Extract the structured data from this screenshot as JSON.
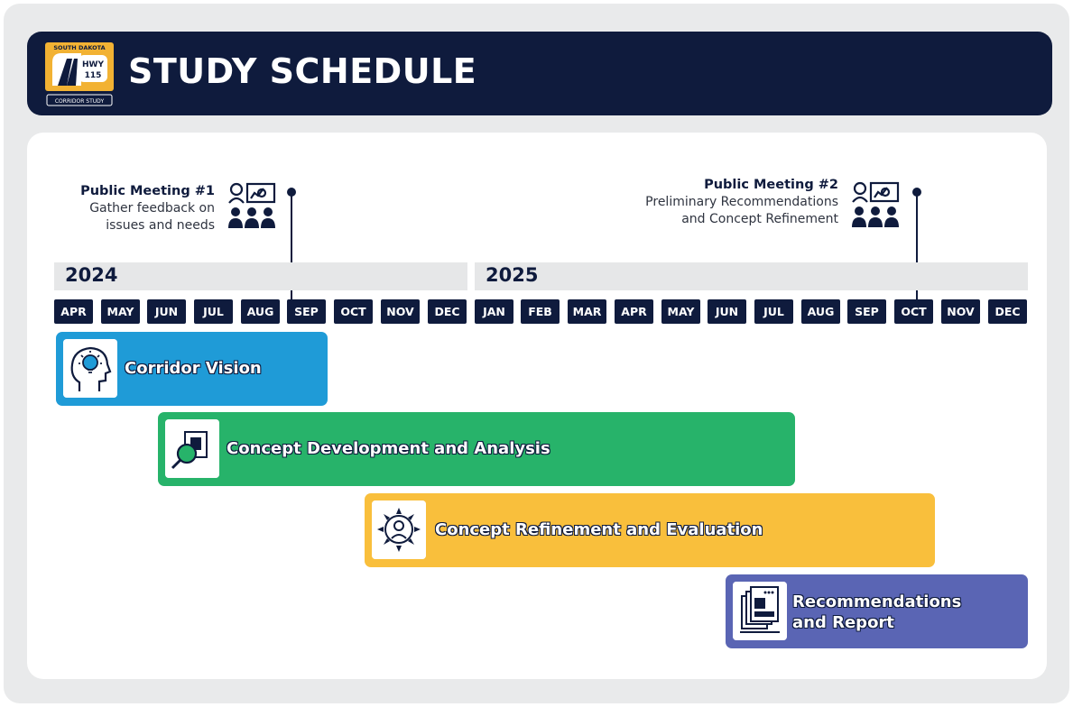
{
  "header": {
    "title": "STUDY SCHEDULE",
    "logo": {
      "top_text": "SOUTH DAKOTA",
      "shield_line1": "HWY",
      "shield_line2": "115",
      "bottom_text": "CORRIDOR STUDY",
      "icon": "highway-shield-icon"
    }
  },
  "meetings": [
    {
      "title": "Public Meeting #1",
      "line1": "Gather feedback on",
      "line2": "issues and needs",
      "icon": "presentation-audience-icon",
      "month": "SEP 2024"
    },
    {
      "title": "Public Meeting #2",
      "line1": "Preliminary Recommendations",
      "line2": "and Concept Refinement",
      "icon": "presentation-audience-icon",
      "month": "OCT 2025"
    }
  ],
  "years": [
    "2024",
    "2025"
  ],
  "months": [
    "APR",
    "MAY",
    "JUN",
    "JUL",
    "AUG",
    "SEP",
    "OCT",
    "NOV",
    "DEC",
    "JAN",
    "FEB",
    "MAR",
    "APR",
    "MAY",
    "JUN",
    "JUL",
    "AUG",
    "SEP",
    "OCT",
    "NOV",
    "DEC"
  ],
  "phases": [
    {
      "label": "Corridor Vision",
      "label2": "",
      "icon": "head-lightbulb-icon",
      "color": "#1f9bd7",
      "start": "APR 2024",
      "end": "SEP 2024"
    },
    {
      "label": "Concept Development and Analysis",
      "label2": "",
      "icon": "magnifier-document-icon",
      "color": "#27b36a",
      "start": "JUN 2024",
      "end": "AUG 2025"
    },
    {
      "label": "Concept Refinement and Evaluation",
      "label2": "",
      "icon": "person-compass-icon",
      "color": "#f9bf3c",
      "start": "OCT 2024",
      "end": "NOV 2025"
    },
    {
      "label": "Recommendations",
      "label2": "and Report",
      "icon": "report-document-icon",
      "color": "#5a65b4",
      "start": "JUL 2025",
      "end": "DEC 2025"
    }
  ],
  "colors": {
    "navy": "#0f1b3d",
    "logo_gold": "#f2b233"
  }
}
